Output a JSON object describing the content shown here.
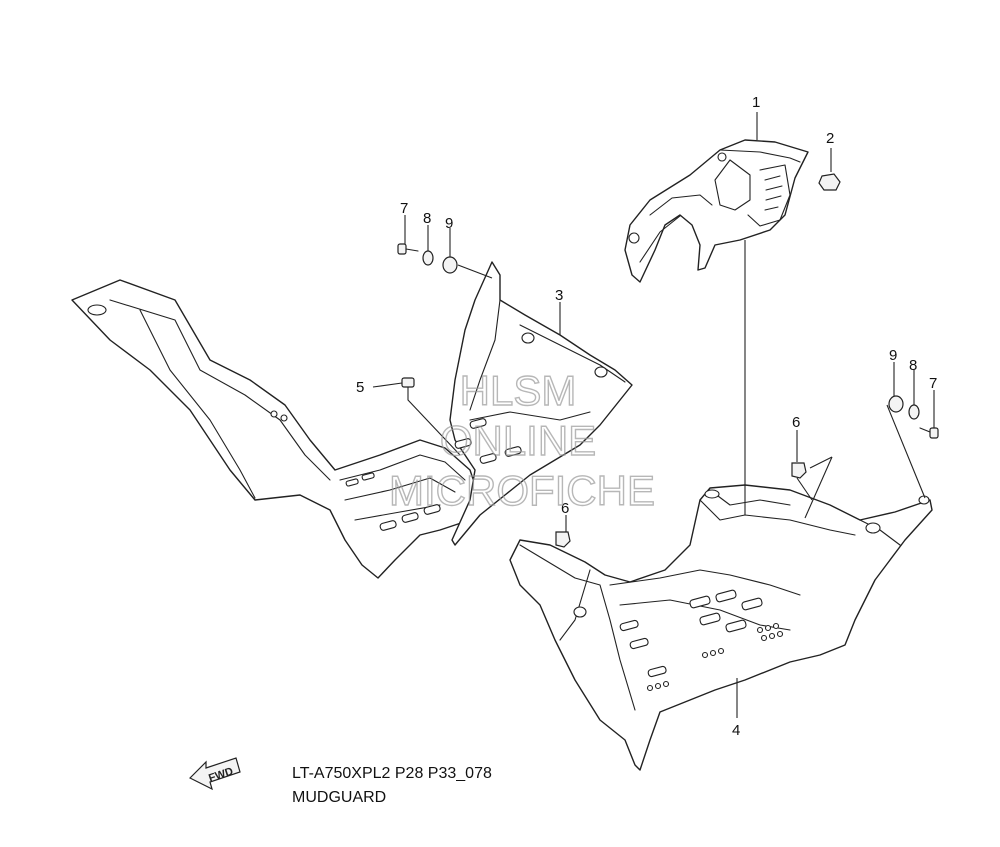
{
  "diagram": {
    "callouts": {
      "c1": "1",
      "c2": "2",
      "c3": "3",
      "c4": "4",
      "c5": "5",
      "c6a": "6",
      "c6b": "6",
      "c7a": "7",
      "c8a": "8",
      "c9a": "9",
      "c7b": "7",
      "c8b": "8",
      "c9b": "9"
    },
    "watermark": {
      "line1": "HLSM",
      "line2": "ONLINE",
      "line3": "MICROFICHE"
    },
    "front_arrow_label": "FWD"
  },
  "caption": {
    "model_code": "LT-A750XPL2 P28 P33_078",
    "section_title": "MUDGUARD"
  }
}
